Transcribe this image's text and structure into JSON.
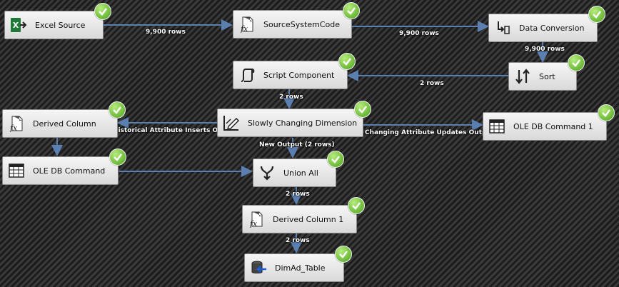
{
  "nodes": {
    "excel_source": {
      "label": "Excel Source",
      "icon": "excel-icon"
    },
    "source_system_code": {
      "label": "SourceSystemCode",
      "icon": "fx-icon"
    },
    "data_conversion": {
      "label": "Data Conversion",
      "icon": "data-conversion-icon"
    },
    "sort": {
      "label": "Sort",
      "icon": "sort-icon"
    },
    "script_component": {
      "label": "Script Component",
      "icon": "script-icon"
    },
    "slowly_changing_dimension": {
      "label": "Slowly Changing Dimension",
      "icon": "scd-icon"
    },
    "derived_column": {
      "label": "Derived Column",
      "icon": "fx-icon"
    },
    "ole_db_command_1": {
      "label": "OLE DB Command 1",
      "icon": "table-icon"
    },
    "ole_db_command": {
      "label": "OLE DB Command",
      "icon": "table-icon"
    },
    "union_all": {
      "label": "Union All",
      "icon": "union-icon"
    },
    "derived_column_1": {
      "label": "Derived Column 1",
      "icon": "fx-icon"
    },
    "dimad_table": {
      "label": "DimAd_Table",
      "icon": "destination-icon"
    }
  },
  "status": {
    "icon": "success-check-icon",
    "color": "#4aa21a"
  },
  "paths": {
    "excel_to_ssc": "9,900 rows",
    "ssc_to_dc": "9,900 rows",
    "dc_to_sort": "9,900 rows",
    "sort_to_script": "2 rows",
    "script_to_scd": "2 rows",
    "scd_historical": "Historical Attribute Inserts Output",
    "scd_changing": "Changing Attribute Updates Output",
    "scd_new": "New Output (2 rows)",
    "union_to_dc1": "2 rows",
    "dc1_to_dest": "2 rows"
  },
  "colors": {
    "connector": "#5a7fb0",
    "label": "#ffffff",
    "node_border": "#8a8a8a"
  }
}
